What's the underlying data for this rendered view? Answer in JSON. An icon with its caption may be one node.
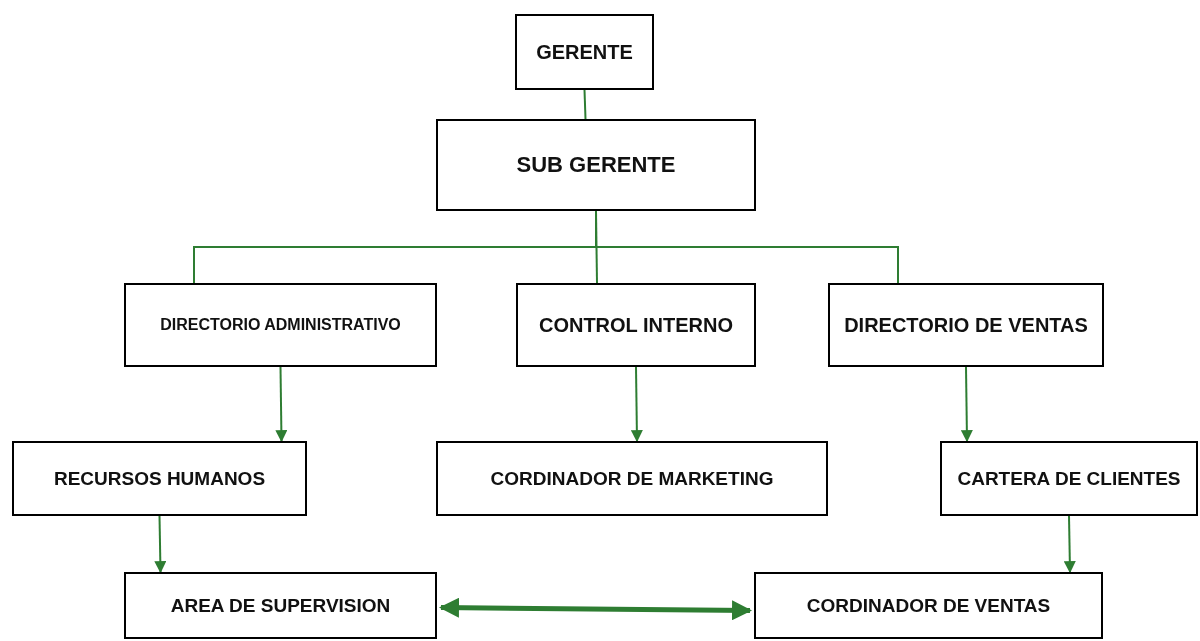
{
  "diagram": {
    "nodes": [
      {
        "text": [
          "GERENTE"
        ]
      },
      {
        "text": [
          "SUB GERENTE"
        ]
      },
      {
        "text": [
          "DIRECTORIO ADMINISTRATIVO"
        ]
      },
      {
        "text": [
          "CONTROL INTERNO"
        ]
      },
      {
        "text": [
          "DIRECTORIO DE VENTAS"
        ]
      },
      {
        "text": [
          "RECURSOS HUMANOS"
        ]
      },
      {
        "text": [
          "CORDINADOR DE MARKETING"
        ]
      },
      {
        "text": [
          "CARTERA DE CLIENTES"
        ]
      },
      {
        "text": [
          "AREA DE SUPERVISION"
        ]
      },
      {
        "text": [
          "CORDINADOR DE VENTAS"
        ]
      }
    ],
    "edges": [
      {
        "from": 0,
        "to": 1,
        "arrow": "none"
      },
      {
        "from": 1,
        "to": 2,
        "arrow": "none"
      },
      {
        "from": 1,
        "to": 3,
        "arrow": "none"
      },
      {
        "from": 1,
        "to": 4,
        "arrow": "none"
      },
      {
        "from": 2,
        "to": 5,
        "arrow": "to"
      },
      {
        "from": 3,
        "to": 6,
        "arrow": "to"
      },
      {
        "from": 4,
        "to": 7,
        "arrow": "to"
      },
      {
        "from": 5,
        "to": 8,
        "arrow": "to"
      },
      {
        "from": 7,
        "to": 9,
        "arrow": "to"
      },
      {
        "from": 8,
        "to": 9,
        "arrow": "both",
        "style": "thick"
      }
    ]
  }
}
